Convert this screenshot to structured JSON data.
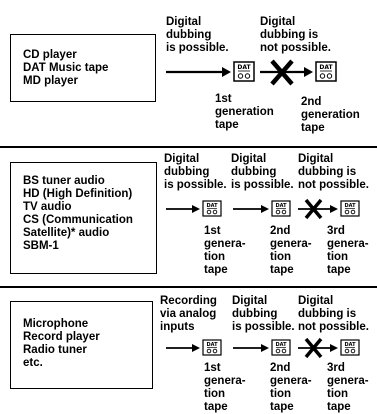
{
  "section1": {
    "source_lines": [
      "CD player",
      "DAT Music tape",
      "MD player"
    ],
    "caption_possible": [
      "Digital",
      "dubbing",
      "is possible."
    ],
    "caption_not_possible": [
      "Digital",
      "dubbing is",
      "not possible."
    ],
    "label_1st": [
      "1st",
      "generation",
      "tape"
    ],
    "label_2nd": [
      "2nd",
      "generation",
      "tape"
    ],
    "tape_label": "DAT"
  },
  "section2": {
    "source_lines": [
      "BS tuner audio",
      "HD (High Definition)",
      "TV audio",
      "CS (Communication",
      "Satellite)* audio",
      "SBM-1"
    ],
    "caption_a": [
      "Digital",
      "dubbing",
      "is possible."
    ],
    "caption_b": [
      "Digital",
      "dubbing",
      "is possible."
    ],
    "caption_c": [
      "Digital",
      "dubbing is",
      "not possible."
    ],
    "label_1st": [
      "1st",
      "genera-",
      "tion",
      "tape"
    ],
    "label_2nd": [
      "2nd",
      "genera-",
      "tion",
      "tape"
    ],
    "label_3rd": [
      "3rd",
      "genera-",
      "tion",
      "tape"
    ],
    "tape_label": "DAT"
  },
  "section3": {
    "source_lines": [
      "Microphone",
      "Record player",
      "Radio tuner",
      "etc."
    ],
    "caption_a": [
      "Recording",
      "via analog",
      "inputs"
    ],
    "caption_b": [
      "Digital",
      "dubbing",
      "is possible."
    ],
    "caption_c": [
      "Digital",
      "dubbing is",
      "not possible."
    ],
    "label_1st": [
      "1st",
      "genera-",
      "tion",
      "tape"
    ],
    "label_2nd": [
      "2nd",
      "genera-",
      "tion",
      "tape"
    ],
    "label_3rd": [
      "3rd",
      "genera-",
      "tion",
      "tape"
    ],
    "tape_label": "DAT"
  }
}
